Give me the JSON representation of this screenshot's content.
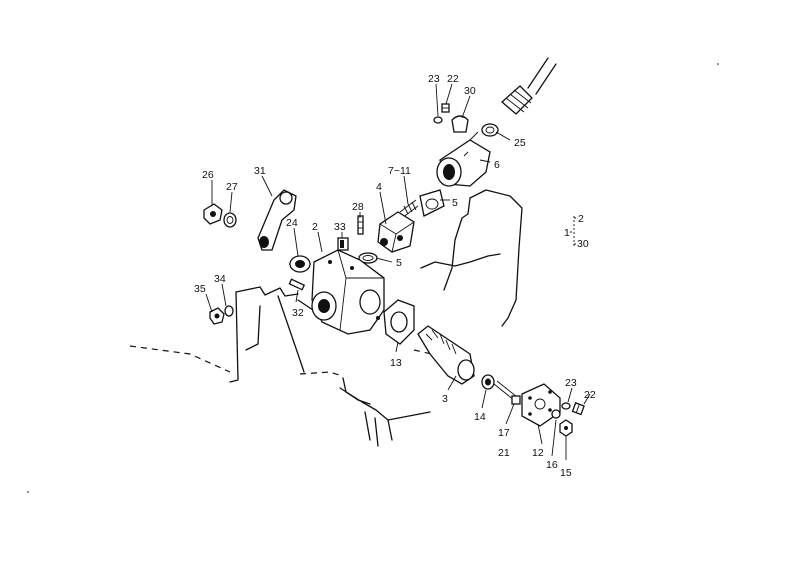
{
  "callouts": {
    "c23a": "23",
    "c22a": "22",
    "c30": "30",
    "c25": "25",
    "c6": "6",
    "c7_11": "7~11",
    "c5a": "5",
    "c4": "4",
    "c26": "26",
    "c27": "27",
    "c31": "31",
    "c28": "28",
    "c33": "33",
    "c2": "2",
    "c24": "24",
    "c5b": "5",
    "c34": "34",
    "c35": "35",
    "c32": "32",
    "c13": "13",
    "c3": "3",
    "c14": "14",
    "c17": "17",
    "c21": "21",
    "c12": "12",
    "c16": "16",
    "c15": "15",
    "c23b": "23",
    "c22b": "22"
  },
  "group_legend": {
    "parent": "1",
    "child_top": "2",
    "child_bottom": "30"
  }
}
